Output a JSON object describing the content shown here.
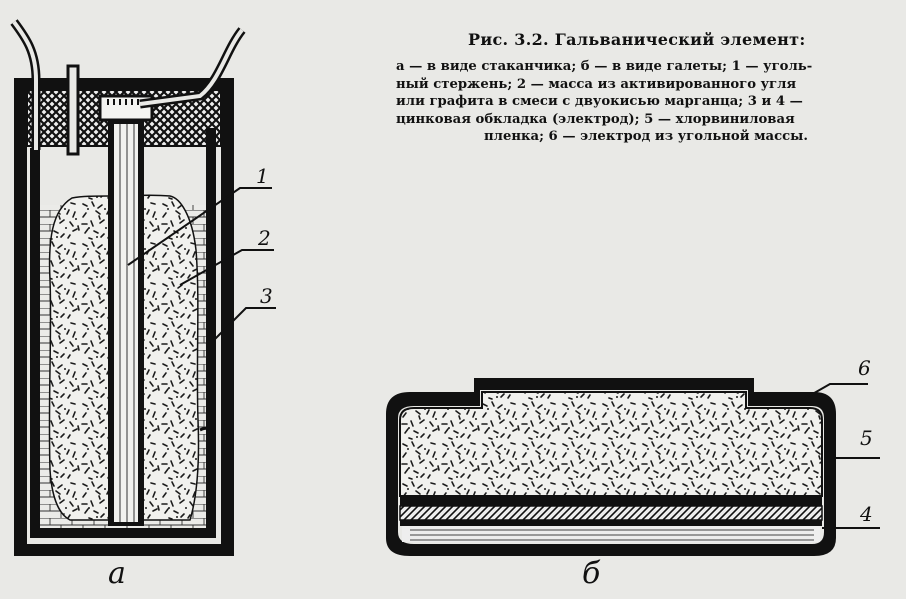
{
  "caption": {
    "title": "Рис. 3.2. Гальванический элемент:",
    "lines": [
      "а — в виде стаканчика; б — в виде галеты; 1 — уголь-",
      "ный стержень; 2 — масса из активированного угля",
      "или графита в смеси с двуокисью марганца; 3 и 4 —",
      "цинковая обкладка (электрод); 5 — хлорвиниловая",
      "пленка; 6 — электрод из угольной массы."
    ]
  },
  "part_a": {
    "label": "а",
    "callouts": [
      "1",
      "2",
      "3"
    ]
  },
  "part_b": {
    "label": "б",
    "callouts": [
      "6",
      "5",
      "4"
    ]
  },
  "colors": {
    "ink": "#111111",
    "paper": "#e9e9e6",
    "grain": "#1c1c1c"
  }
}
